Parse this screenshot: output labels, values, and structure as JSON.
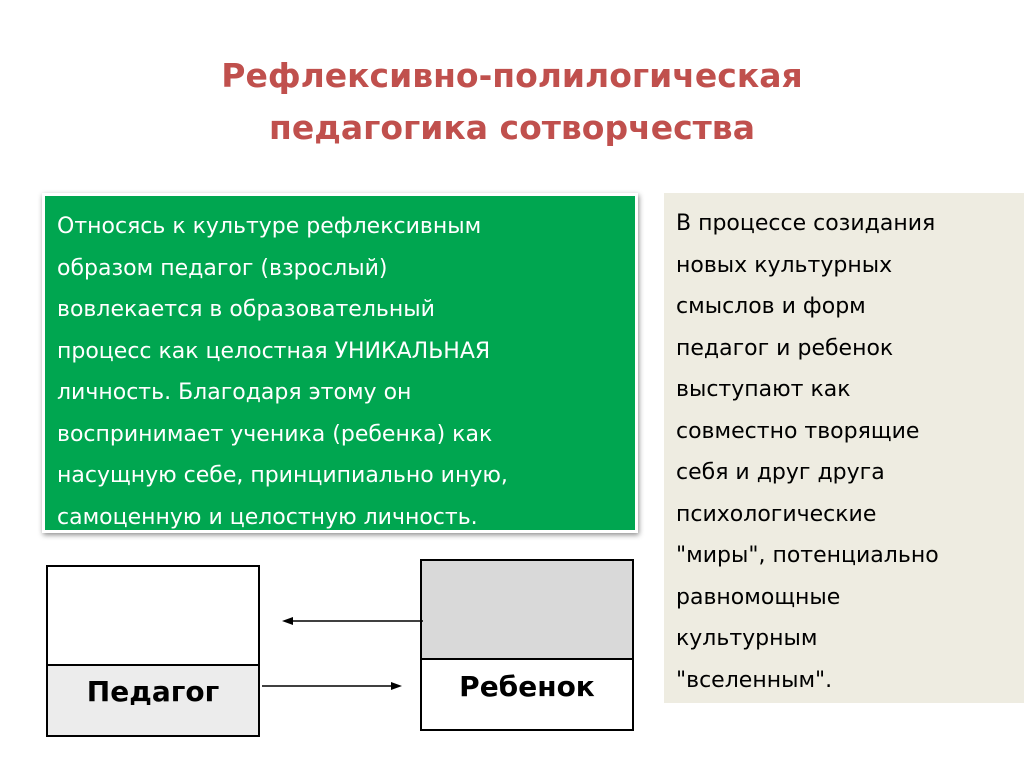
{
  "title": {
    "line1": "Рефлексивно-полилогическая",
    "line2": "педагогика сотворчества"
  },
  "left_panel": {
    "lines": [
      "Относясь к культуре рефлексивным",
      "образом педагог (взрослый)",
      "вовлекается в образовательный",
      "процесс как целостная УНИКАЛЬНАЯ",
      "личность. Благодаря этому он",
      "воспринимает ученика (ребенка) как",
      "насущную себе, принципиально иную,",
      "самоценную и целостную  личность."
    ]
  },
  "right_panel": {
    "lines": [
      "В процессе созидания",
      "новых культурных",
      "смыслов и форм",
      "педагог и ребенок",
      "выступают как",
      "совместно творящие",
      "себя и друг друга",
      "психологические",
      "\"миры\", потенциально",
      "равномощные",
      "культурным",
      "\"вселенным\"."
    ]
  },
  "diagram": {
    "teacher_label": "Педагог",
    "child_label": "Ребенок"
  },
  "colors": {
    "title": "#c0504d",
    "green_panel": "#00a650",
    "side_panel": "#eeece1"
  }
}
